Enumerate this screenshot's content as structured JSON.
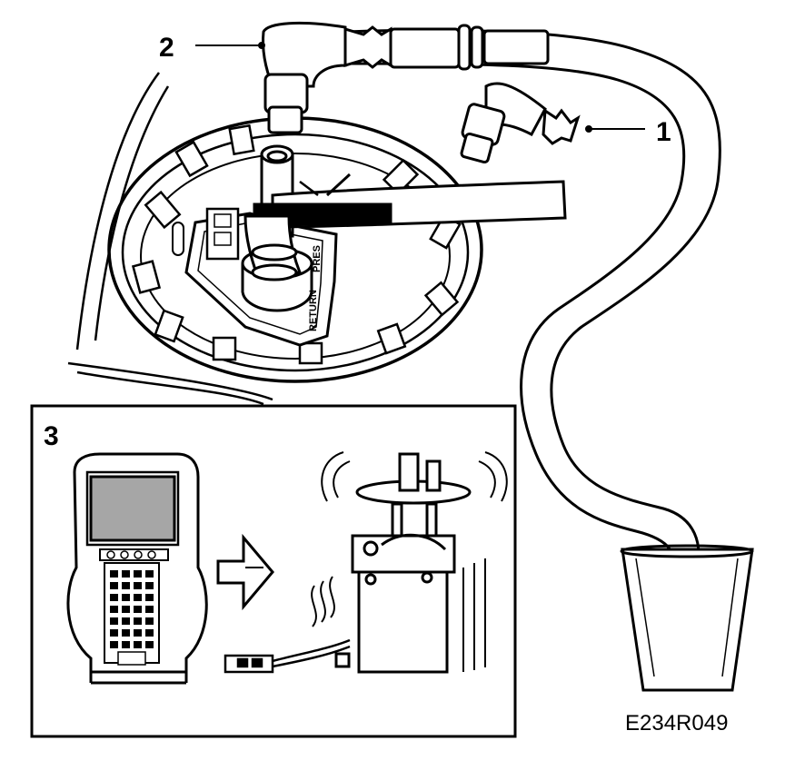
{
  "callouts": {
    "one": "1",
    "two": "2",
    "three": "3"
  },
  "pump_labels": {
    "pressure": "PRES",
    "return": "RETURN"
  },
  "figure_code": "E234R049",
  "colors": {
    "ink": "#000000",
    "paper": "#ffffff",
    "screen": "#a6a6a6",
    "shade": "#d9d9d9"
  }
}
